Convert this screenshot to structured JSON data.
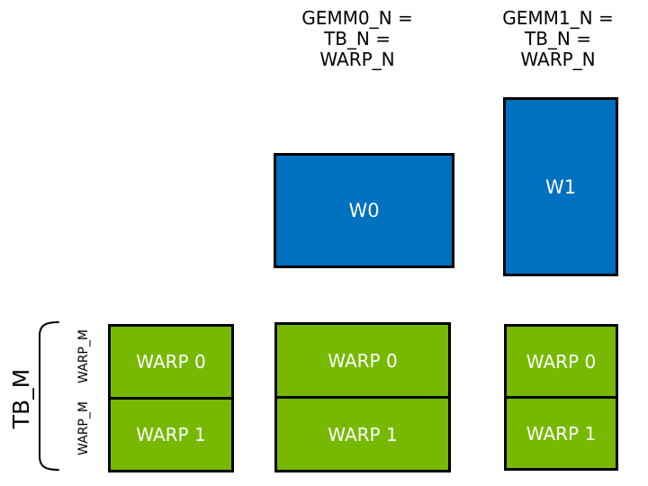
{
  "colors": {
    "blue": "#0070C0",
    "green": "#76B900",
    "border": "#000000",
    "text_on_fill": "#FFFFFF",
    "label_text": "#000000"
  },
  "column_headers": [
    {
      "id": "gemm0",
      "text": "GEMM0_N =\nTB_N =\nWARP_N"
    },
    {
      "id": "gemm1",
      "text": "GEMM1_N =\nTB_N =\nWARP_N"
    }
  ],
  "accumulator_tiles": [
    {
      "id": "w0",
      "label": "W0"
    },
    {
      "id": "w1",
      "label": "W1"
    }
  ],
  "warp_groups": [
    {
      "id": "left",
      "cells": [
        "WARP 0",
        "WARP 1"
      ]
    },
    {
      "id": "middle",
      "cells": [
        "WARP 0",
        "WARP 1"
      ]
    },
    {
      "id": "right",
      "cells": [
        "WARP 0",
        "WARP 1"
      ]
    }
  ],
  "side_labels": {
    "tb_m": "TB_M",
    "warp_m_top": "WARP_M",
    "warp_m_bottom": "WARP_M"
  }
}
